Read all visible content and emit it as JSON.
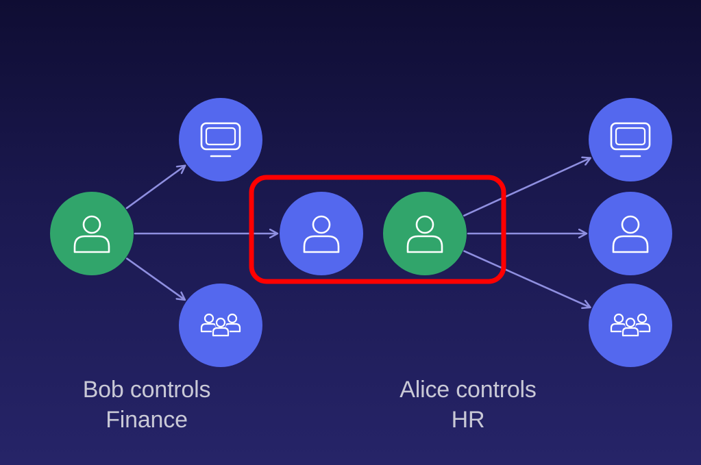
{
  "colors": {
    "background_top": "#0f0d33",
    "background_bottom": "#262468",
    "node_blue": "#5468ee",
    "node_green": "#31a56b",
    "edge": "#8f8fe0",
    "highlight": "#ff0000",
    "caption": "#c9c9d6"
  },
  "nodes": [
    {
      "id": "bob",
      "kind": "user",
      "color": "green",
      "icon": "user-icon"
    },
    {
      "id": "bob-computer",
      "kind": "computer",
      "color": "blue",
      "icon": "monitor-icon"
    },
    {
      "id": "bob-group",
      "kind": "group",
      "color": "blue",
      "icon": "group-icon"
    },
    {
      "id": "intermediate-user",
      "kind": "user",
      "color": "blue",
      "icon": "user-icon"
    },
    {
      "id": "alice",
      "kind": "user",
      "color": "green",
      "icon": "user-icon"
    },
    {
      "id": "alice-computer",
      "kind": "computer",
      "color": "blue",
      "icon": "monitor-icon"
    },
    {
      "id": "alice-user",
      "kind": "user",
      "color": "blue",
      "icon": "user-icon"
    },
    {
      "id": "alice-group",
      "kind": "group",
      "color": "blue",
      "icon": "group-icon"
    }
  ],
  "edges": [
    {
      "from": "bob",
      "to": "bob-computer"
    },
    {
      "from": "bob",
      "to": "intermediate-user"
    },
    {
      "from": "bob",
      "to": "bob-group"
    },
    {
      "from": "alice",
      "to": "alice-computer"
    },
    {
      "from": "alice",
      "to": "alice-user"
    },
    {
      "from": "alice",
      "to": "alice-group"
    }
  ],
  "highlight_box": {
    "contains": [
      "intermediate-user",
      "alice"
    ]
  },
  "captions": {
    "bob": {
      "line1": "Bob controls",
      "line2": "Finance"
    },
    "alice": {
      "line1": "Alice controls",
      "line2": "HR"
    }
  }
}
